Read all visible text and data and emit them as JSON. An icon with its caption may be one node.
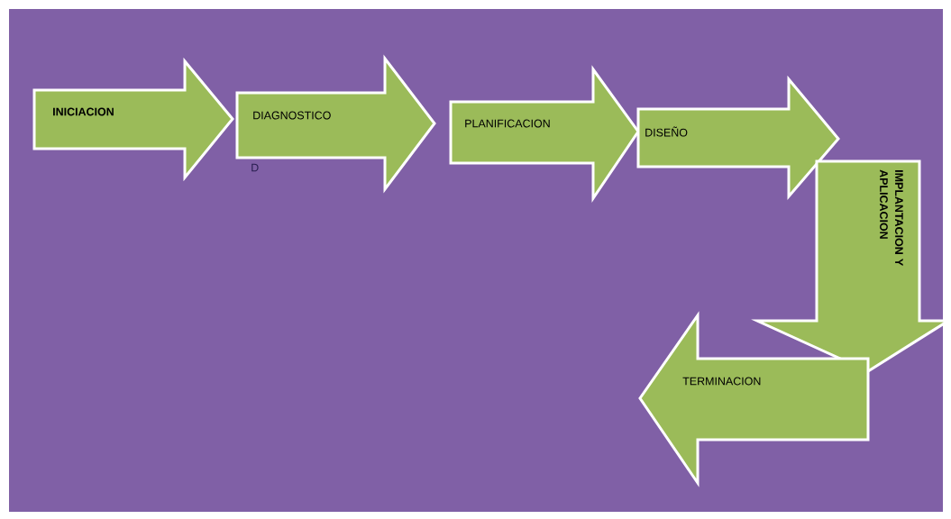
{
  "diagram": {
    "nodes": [
      {
        "text": [
          "INICIACION"
        ]
      },
      {
        "text": [
          "DIAGNOSTICO"
        ]
      },
      {
        "text": [
          "PLANIFICACION"
        ]
      },
      {
        "text": [
          "DISEÑO"
        ]
      },
      {
        "text": [
          "IMPLANTACION Y APLICACION"
        ]
      },
      {
        "text": [
          "TERMINACION"
        ]
      }
    ],
    "labels": [
      "D"
    ]
  }
}
